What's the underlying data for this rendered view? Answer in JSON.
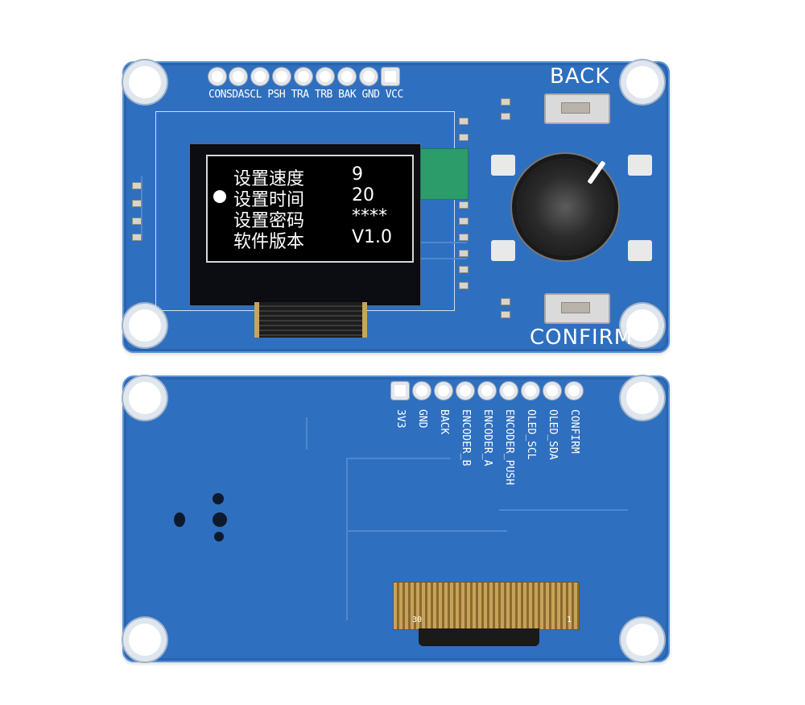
{
  "colors": {
    "pcb_blue": "#2f6fbf",
    "silkscreen": "#ffffff",
    "oled_bg": "#000000",
    "oled_text": "#ffffff",
    "flex_green": "#2b9c6a",
    "fpc_gold": "#c7a25a"
  },
  "front": {
    "pin_header_label": "CONSDASCL PSH TRA TRB BAK GND VCC",
    "buttons": {
      "back_label": "BACK",
      "confirm_label": "CONFIRM"
    },
    "oled_menu": [
      {
        "label": "设置速度",
        "value": "9",
        "selected": false
      },
      {
        "label": "设置时间",
        "value": "20",
        "selected": true
      },
      {
        "label": "设置密码",
        "value": "****",
        "selected": false
      },
      {
        "label": "软件版本",
        "value": "V1.0",
        "selected": false
      }
    ],
    "icons": [
      "rotary-encoder-knob-icon",
      "tactile-button-icon",
      "mounting-hole-icon"
    ]
  },
  "back": {
    "pin_labels": [
      "3V3",
      "GND",
      "BACK",
      "ENCODER_B",
      "ENCODER_A",
      "ENCODER_PUSH",
      "OLED_SCL",
      "OLED_SDA",
      "CONFIRM"
    ],
    "fpc_marks": {
      "left": "30",
      "right": "1"
    }
  }
}
